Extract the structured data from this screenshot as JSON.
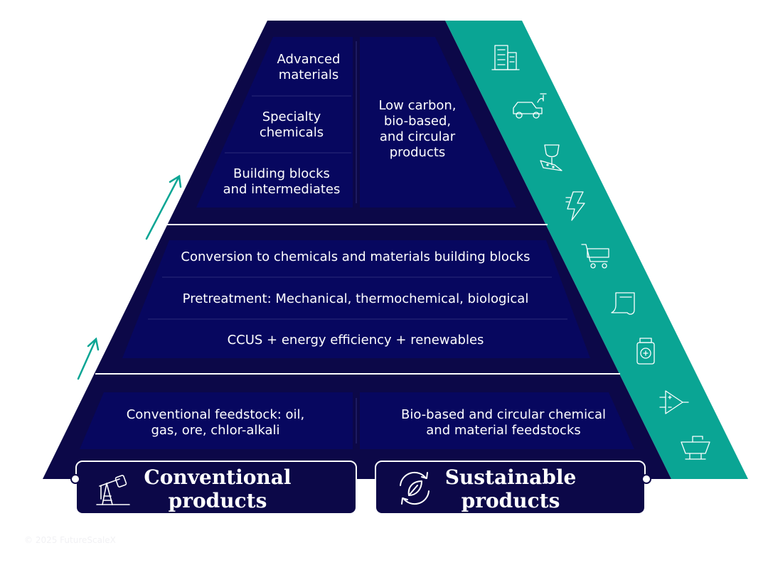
{
  "colors": {
    "outer_navy": "#0c0848",
    "inner_panel": "#07075f",
    "teal": "#0aa594",
    "white": "#ffffff"
  },
  "pyramid": {
    "top_tier": {
      "left_items": [
        "Advanced\nmaterials",
        "Specialty\nchemicals",
        "Building blocks\nand intermediates"
      ],
      "right_text": "Low carbon,\nbio-based,\nand circular\nproducts"
    },
    "middle_tier": {
      "items": [
        "Conversion to chemicals and materials building blocks",
        "Pretreatment: Mechanical, thermochemical, biological",
        "CCUS + energy efficiency + renewables"
      ]
    },
    "bottom_tier": {
      "left_text": "Conventional feedstock: oil,\ngas, ore, chlor-alkali",
      "right_text": "Bio-based and circular chemical\nand material feedstocks"
    }
  },
  "buttons": {
    "conventional": {
      "label": "Conventional\nproducts",
      "icon": "oil-pump-icon"
    },
    "sustainable": {
      "label": "Sustainable\nproducts",
      "icon": "recycle-leaf-icon"
    }
  },
  "teal_band_icons": [
    "building-icon",
    "electric-car-icon",
    "glass-and-fabric-icon",
    "lightning-icon",
    "shopping-cart-icon",
    "paper-scroll-icon",
    "medicine-bottle-icon",
    "electronics-amplifier-icon",
    "sink-faucet-icon"
  ],
  "watermark": "© 2025 FutureScaleX"
}
